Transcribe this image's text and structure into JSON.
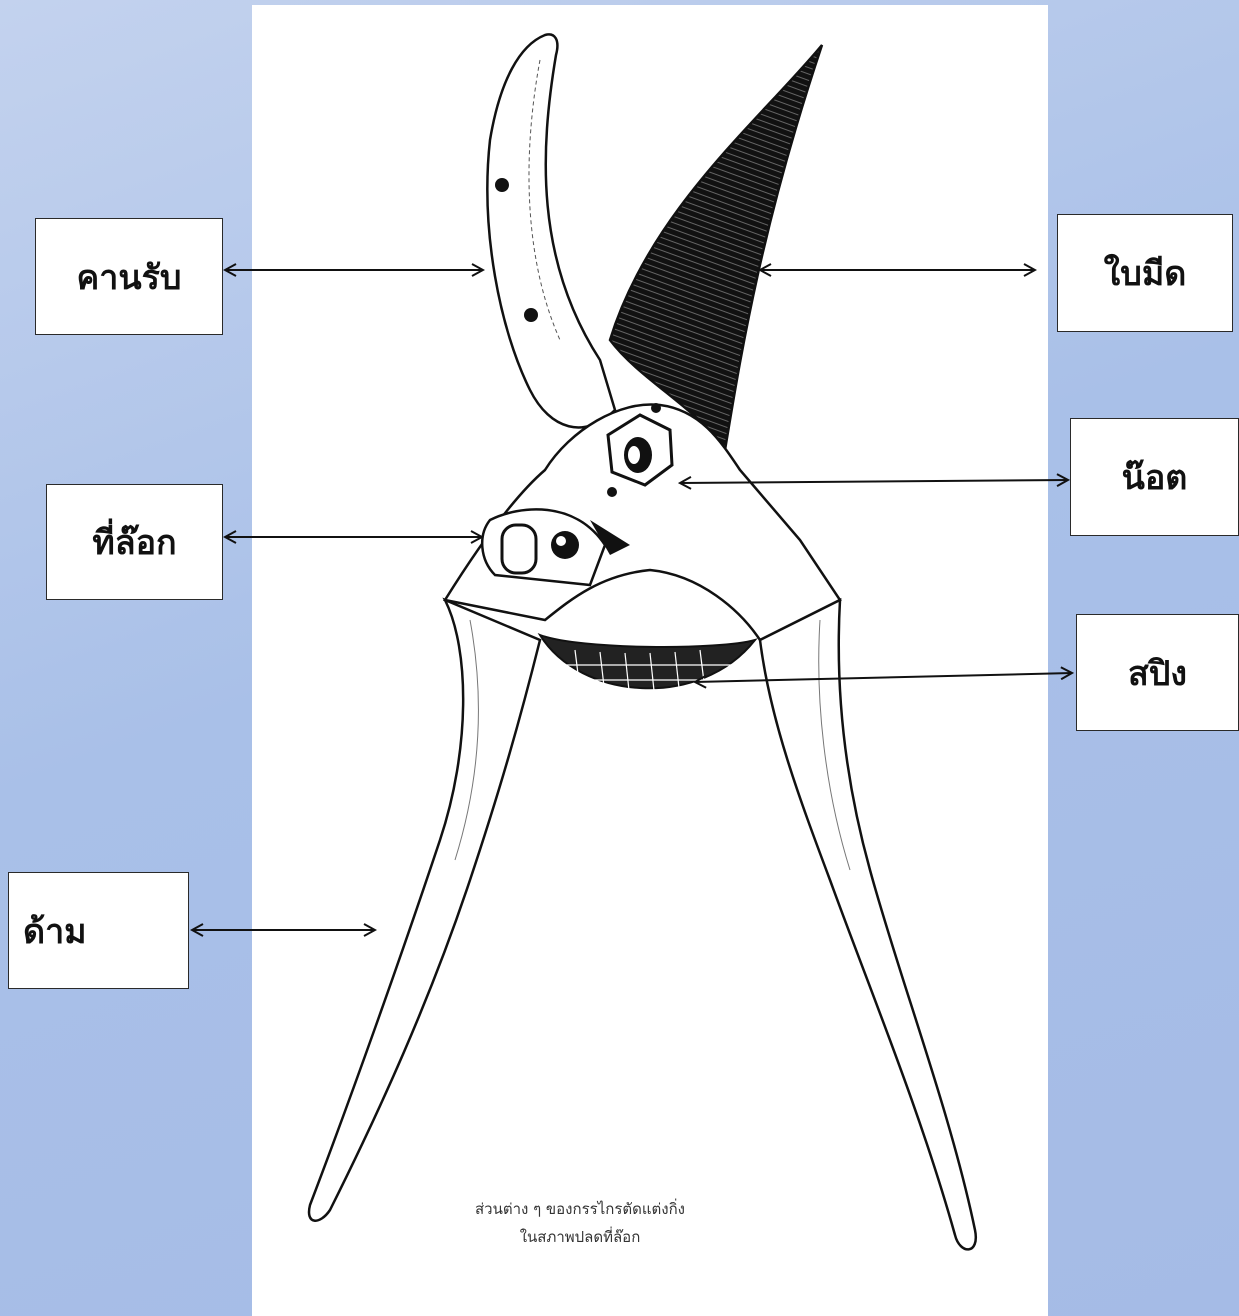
{
  "labels": {
    "anvil": "คานรับ",
    "blade": "ใบมีด",
    "lock": "ที่ล๊อก",
    "nut": "น๊อต",
    "spring": "สปิง",
    "handle": "ด้าม"
  },
  "caption": {
    "line1": "ส่วนต่าง ๆ ของกรรไกรตัดแต่งกิ่ง",
    "line2": "ในสภาพปลดที่ล๊อก"
  },
  "colors": {
    "background": "#a9c0e8",
    "ink": "#111111"
  }
}
